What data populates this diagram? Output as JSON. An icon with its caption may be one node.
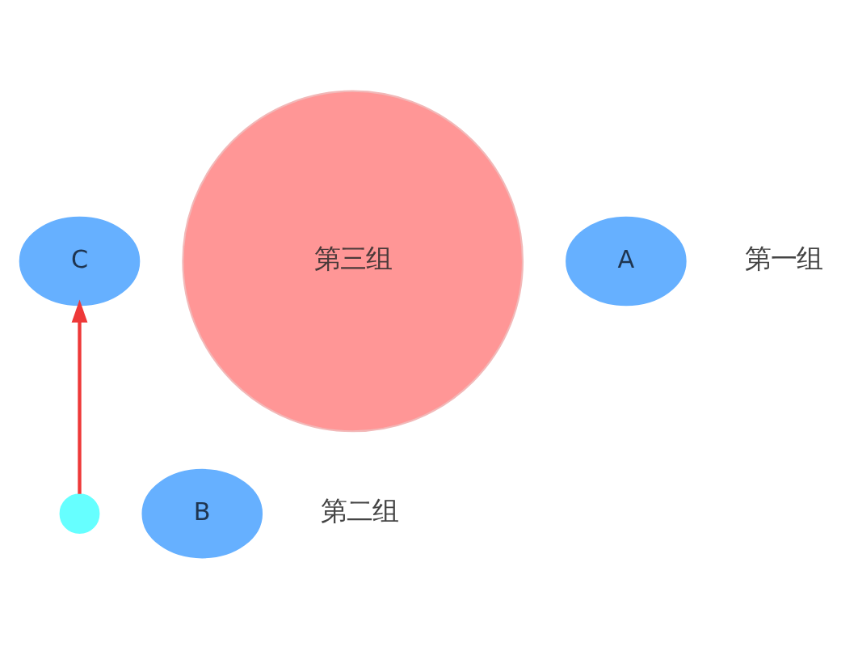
{
  "diagram": {
    "nodes": [
      {
        "text": [
          "第三组"
        ]
      },
      {
        "text": [
          "C"
        ]
      },
      {
        "text": [
          "A"
        ]
      },
      {
        "text": [
          "B"
        ]
      },
      {
        "text": [],
        "shape": "circle"
      }
    ],
    "edges": [
      {
        "from": 4,
        "to": 1,
        "arrow": "to"
      }
    ],
    "labels": [
      "第一组",
      "第二组"
    ]
  }
}
